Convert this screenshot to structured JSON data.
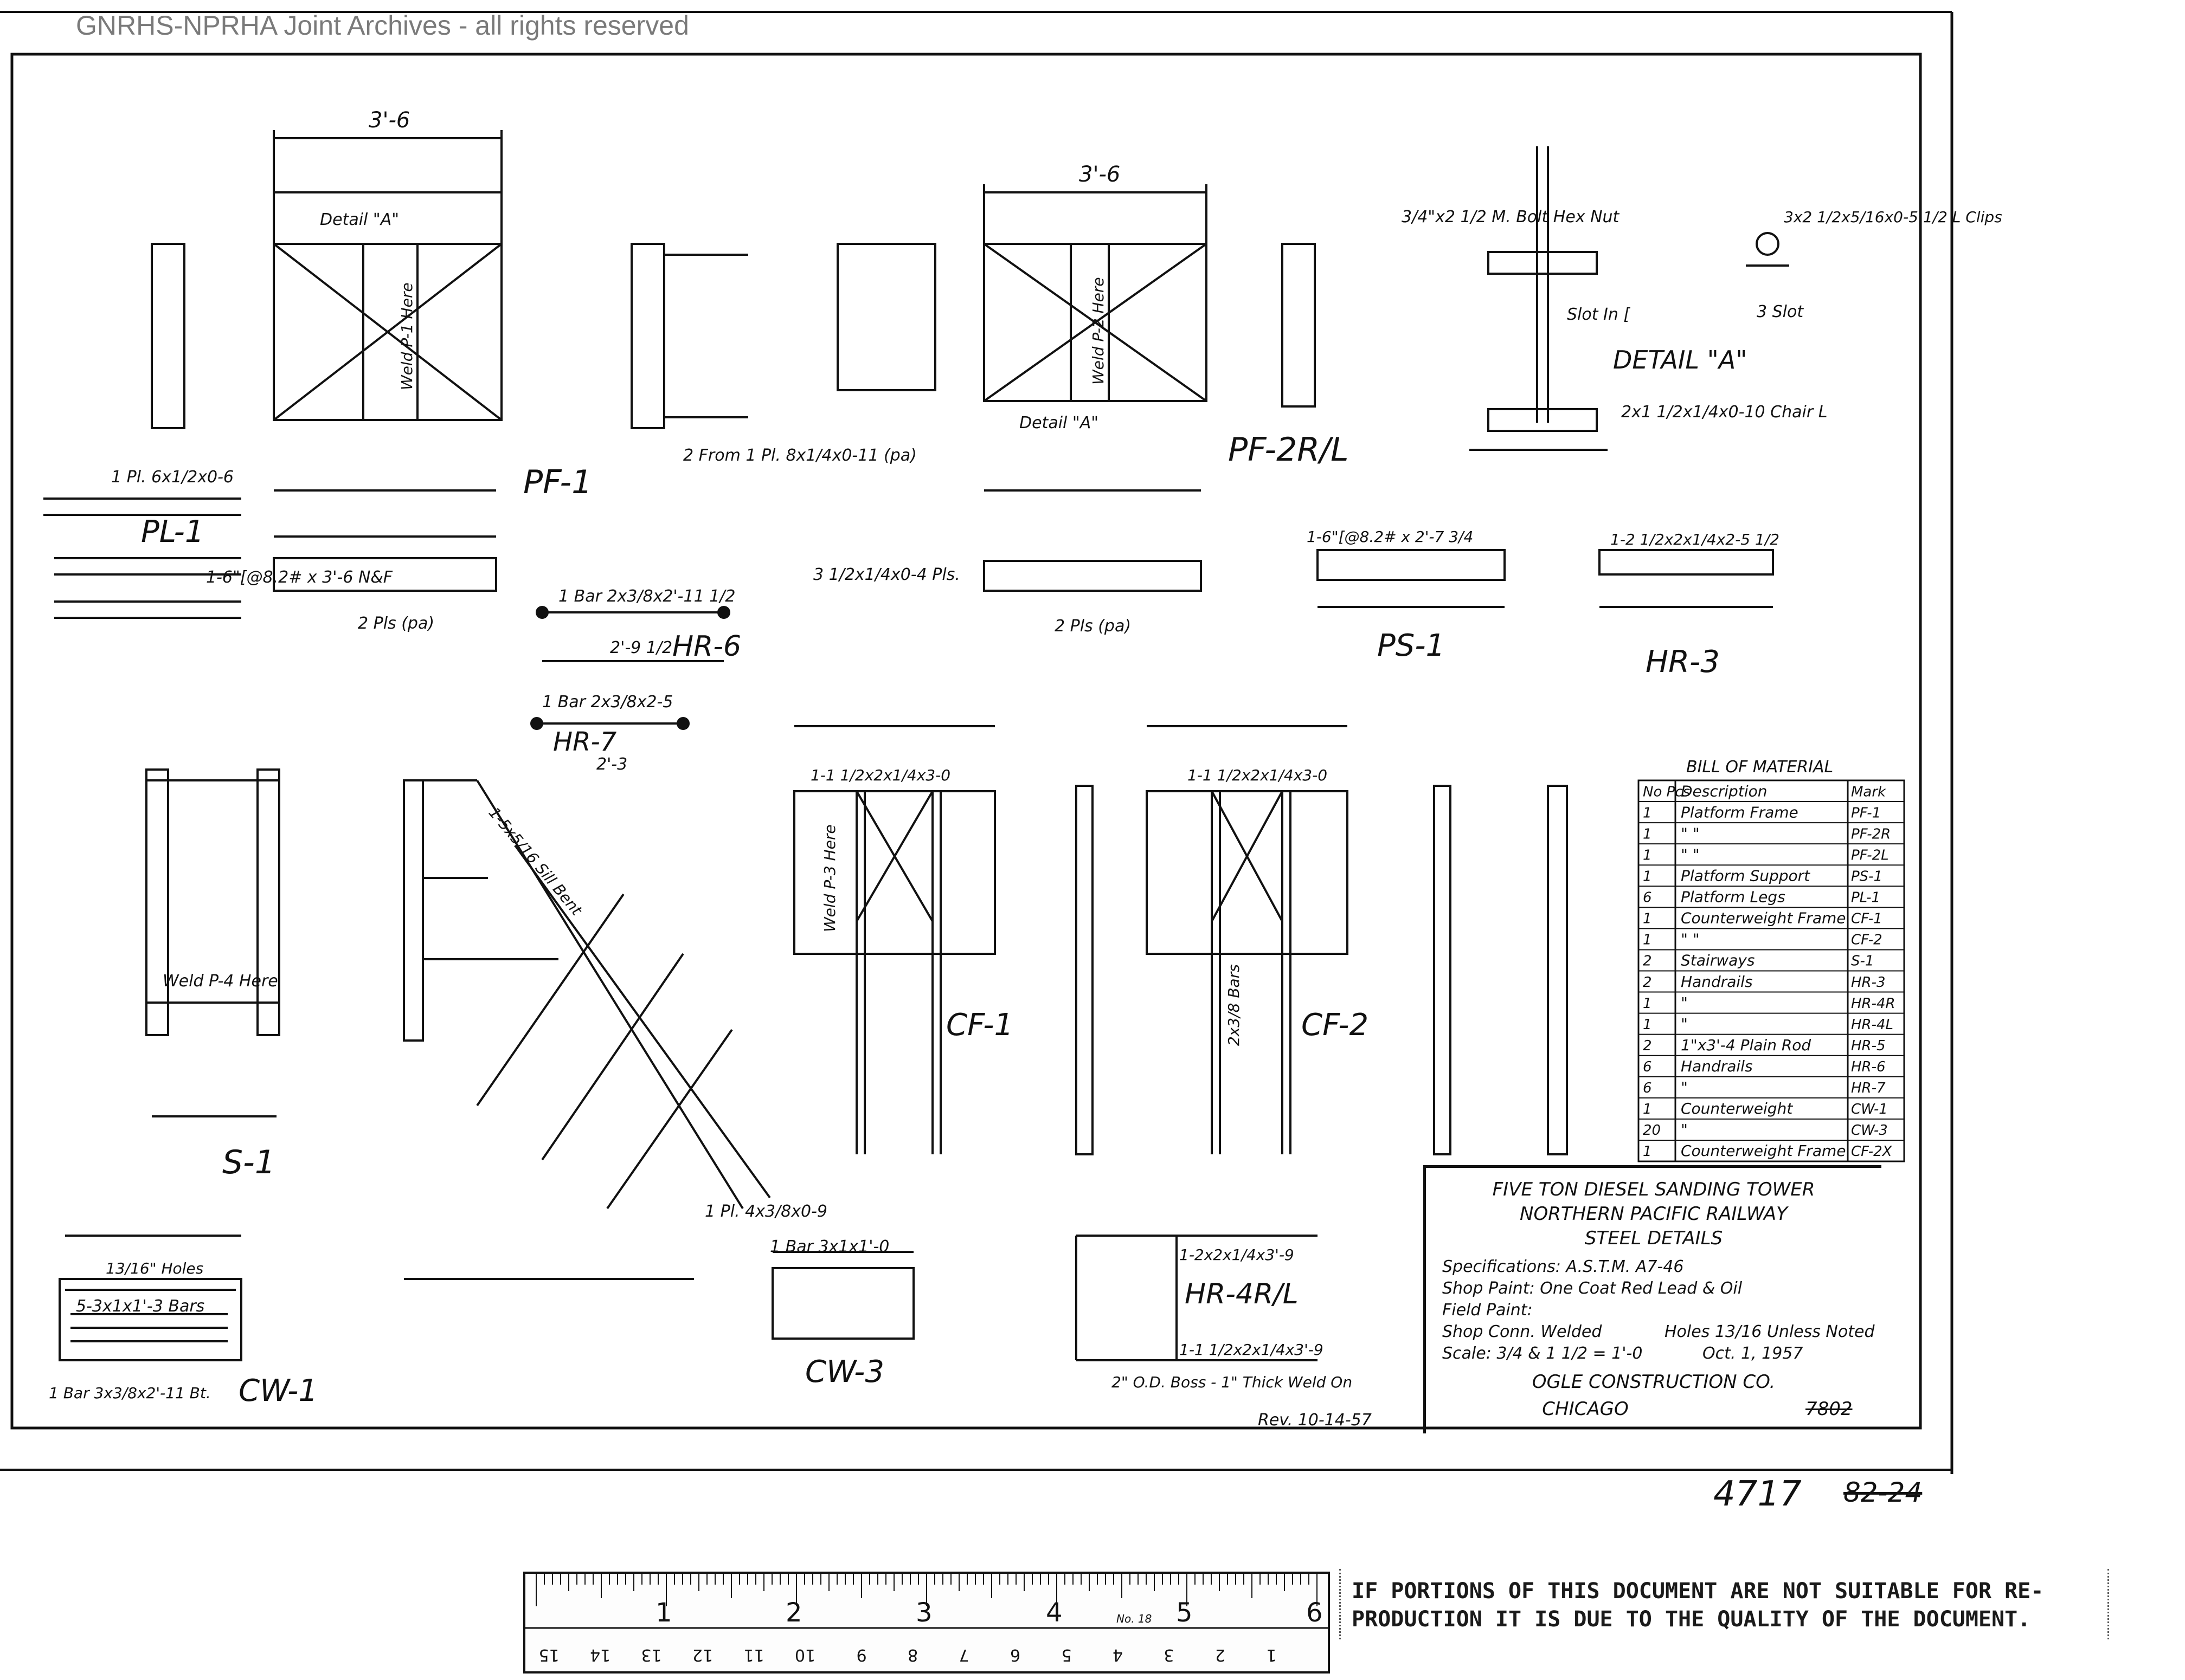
{
  "watermark": "GNRHS-NPRHA Joint Archives - all rights reserved",
  "labels": {
    "pf1": "PF-1",
    "pf2": "PF-2R/L",
    "pl1": "PL-1",
    "hr6": "HR-6",
    "hr7": "HR-7",
    "ps1": "PS-1",
    "hr3": "HR-3",
    "detail_a": "DETAIL \"A\"",
    "s1": "S-1",
    "cf1": "CF-1",
    "cf2": "CF-2",
    "cw1": "CW-1",
    "cw3": "CW-3",
    "hr4": "HR-4R/L"
  },
  "notes": {
    "dim_36": "3'-6",
    "detail_a_ref": "Detail \"A\"",
    "weld_p1": "Weld P-1 Here",
    "weld_p2": "Weld P-2 Here",
    "weld_p3": "Weld P-3 Here",
    "weld_p4": "Weld P-4 Here",
    "pl_note": "1 Pl. 6x1/2x0-6",
    "two_pls": "2 Pls (pa)",
    "two_from": "2 From 1 Pl. 8x1/4x0-11 (pa)",
    "bar_hr6": "1 Bar 2x3/8x2'-11 1/2",
    "hr6_len": "2'-9 1/2",
    "bar_hr7": "1 Bar 2x3/8x2-5",
    "hr7_len": "2'-3",
    "holes_13": "13/16\" Holes",
    "hole_13": "13/16\" Hole",
    "channel_ps1": "1-6\"[@8.2# x 2'-7 3/4",
    "angle_hr3": "1-2 1/2x2x1/4x2-5 1/2",
    "bolt": "3/4\"x2 1/2 M. Bolt Hex Nut",
    "slot_in": "Slot In [",
    "chair": "2x1 1/2x1/4x0-10 Chair L",
    "clips": "3x2 1/2x5/16x0-5 1/2 L Clips",
    "slot3": "3 Slot",
    "stringer": "1-5x5/16 Sill Bent",
    "cf_angle": "1-1 1/2x2x1/4x3-0",
    "cf_bars": "2x3/8 Bars",
    "cw1_holes": "13/16\" Holes",
    "cw1_bars": "5-3x1x1'-3 Bars",
    "cw1_bar": "1 Bar 3x3/8x2'-11 Bt.",
    "cw3_bar": "1 Bar 3x1x1'-0",
    "hr4_angle": "1-2x2x1/4x3'-9",
    "hr4_angle2": "1-1 1/2x2x1/4x3'-9",
    "boss": "2\" O.D. Boss - 1\" Thick Weld On",
    "rev": "Rev. 10-14-57",
    "pl_bot": "1 Pl. 4x3/8x0-9",
    "plates": "3 1/2x1/4x0-4 Pls.",
    "channel_pf": "1-6\"[@8.2# x 3'-6 N&F"
  },
  "bom": {
    "title": "BILL OF MATERIAL",
    "headers": [
      "No Pcs",
      "Description",
      "Mark"
    ],
    "rows": [
      [
        "1",
        "Platform Frame",
        "PF-1"
      ],
      [
        "1",
        "\"      \"",
        "PF-2R"
      ],
      [
        "1",
        "\"      \"",
        "PF-2L"
      ],
      [
        "1",
        "Platform Support",
        "PS-1"
      ],
      [
        "6",
        "Platform Legs",
        "PL-1"
      ],
      [
        "1",
        "Counterweight Frame",
        "CF-1"
      ],
      [
        "1",
        "\"      \"",
        "CF-2"
      ],
      [
        "2",
        "Stairways",
        "S-1"
      ],
      [
        "2",
        "Handrails",
        "HR-3"
      ],
      [
        "1",
        "\"",
        "HR-4R"
      ],
      [
        "1",
        "\"",
        "HR-4L"
      ],
      [
        "2",
        "1\"x3'-4 Plain Rod",
        "HR-5"
      ],
      [
        "6",
        "Handrails",
        "HR-6"
      ],
      [
        "6",
        "\"",
        "HR-7"
      ],
      [
        "1",
        "Counterweight",
        "CW-1"
      ],
      [
        "20",
        "\"",
        "CW-3"
      ],
      [
        "1",
        "Counterweight Frame",
        "CF-2X"
      ]
    ]
  },
  "title_block": {
    "line1": "FIVE TON DIESEL SANDING TOWER",
    "line2": "NORTHERN PACIFIC RAILWAY",
    "line3": "STEEL DETAILS",
    "spec": "Specifications: A.S.T.M. A7-46",
    "shop_paint": "Shop Paint: One Coat Red Lead & Oil",
    "field_paint": "Field Paint:",
    "shop_conn": "Shop Conn. Welded",
    "holes": "Holes 13/16 Unless Noted",
    "scale": "Scale: 3/4 & 1 1/2 = 1'-0",
    "date": "Oct. 1, 1957",
    "company": "OGLE CONSTRUCTION CO.",
    "city": "CHICAGO",
    "drawing_no": "7802"
  },
  "doc_number": "4717",
  "doc_old": "82-24",
  "ruler": {
    "inches": [
      "1",
      "2",
      "3",
      "4",
      "5",
      "6"
    ],
    "cm": [
      "1",
      "2",
      "3",
      "4",
      "5",
      "6",
      "7",
      "8",
      "9",
      "10",
      "11",
      "12",
      "13",
      "14",
      "15"
    ],
    "maker": "No. 18"
  },
  "notice": "IF PORTIONS OF THIS DOCUMENT ARE NOT SUITABLE FOR RE-PRODUCTION IT IS DUE TO THE QUALITY OF THE DOCUMENT."
}
